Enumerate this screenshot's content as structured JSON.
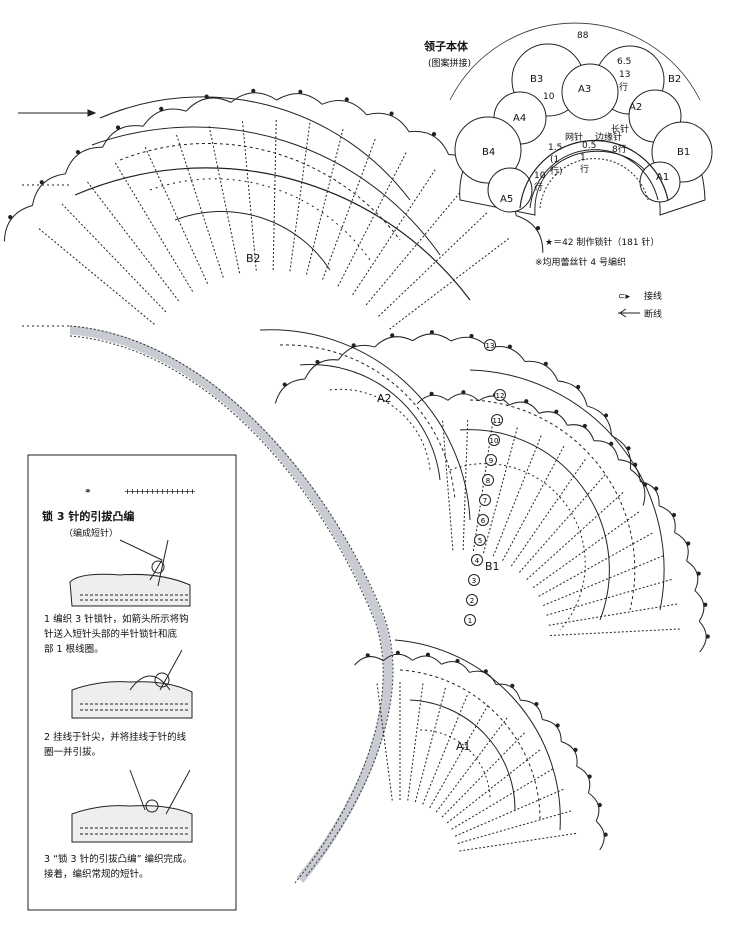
{
  "collar": {
    "title": "领子本体",
    "subtitle": "(图案拼接)",
    "width": "88",
    "dims": {
      "r1a": "6.5",
      "r1b": "13",
      "r1c": "行",
      "r2a": "0.5",
      "r2b": "1",
      "r2c": "行",
      "r3a": "1.5",
      "r3b": "(1",
      "r3c": "行)",
      "r4a": "10",
      "r4b": "行",
      "border1": "网针",
      "border2": "边缘针",
      "border3": "长针",
      "r5": "8行",
      "r6": "10"
    },
    "motifs": [
      "B3",
      "A3",
      "A2",
      "A4",
      "B2",
      "B4",
      "B1",
      "A5",
      "A1"
    ],
    "note1": "★＝42  制作锁针（181 针）",
    "note2": "※均用蕾丝针 4 号编织"
  },
  "legend": {
    "join": "接线",
    "cut": "断线"
  },
  "chart_labels": {
    "b2": "B2",
    "a2": "A2",
    "b1": "B1",
    "a1": "A1",
    "rows": [
      "1",
      "2",
      "3",
      "4",
      "5",
      "6",
      "7",
      "8",
      "9",
      "10",
      "11",
      "12",
      "13"
    ]
  },
  "instructions": {
    "title": "锁 3 针的引拔凸编",
    "subtitle": "（编成短针）",
    "step1_line1": "1  编织 3 针锁针，如箭头所示将钩",
    "step1_line2": "   针送入短针头部的半针锁针和底",
    "step1_line3": "   部 1 根线圈。",
    "step2_line1": "2  挂线于针尖，并将挂线于针的线",
    "step2_line2": "   圈一并引拔。",
    "step3_line1": "3 “锁 3 针的引拔凸编” 编织完成。",
    "step3_line2": "   接着，编织常规的短针。"
  }
}
